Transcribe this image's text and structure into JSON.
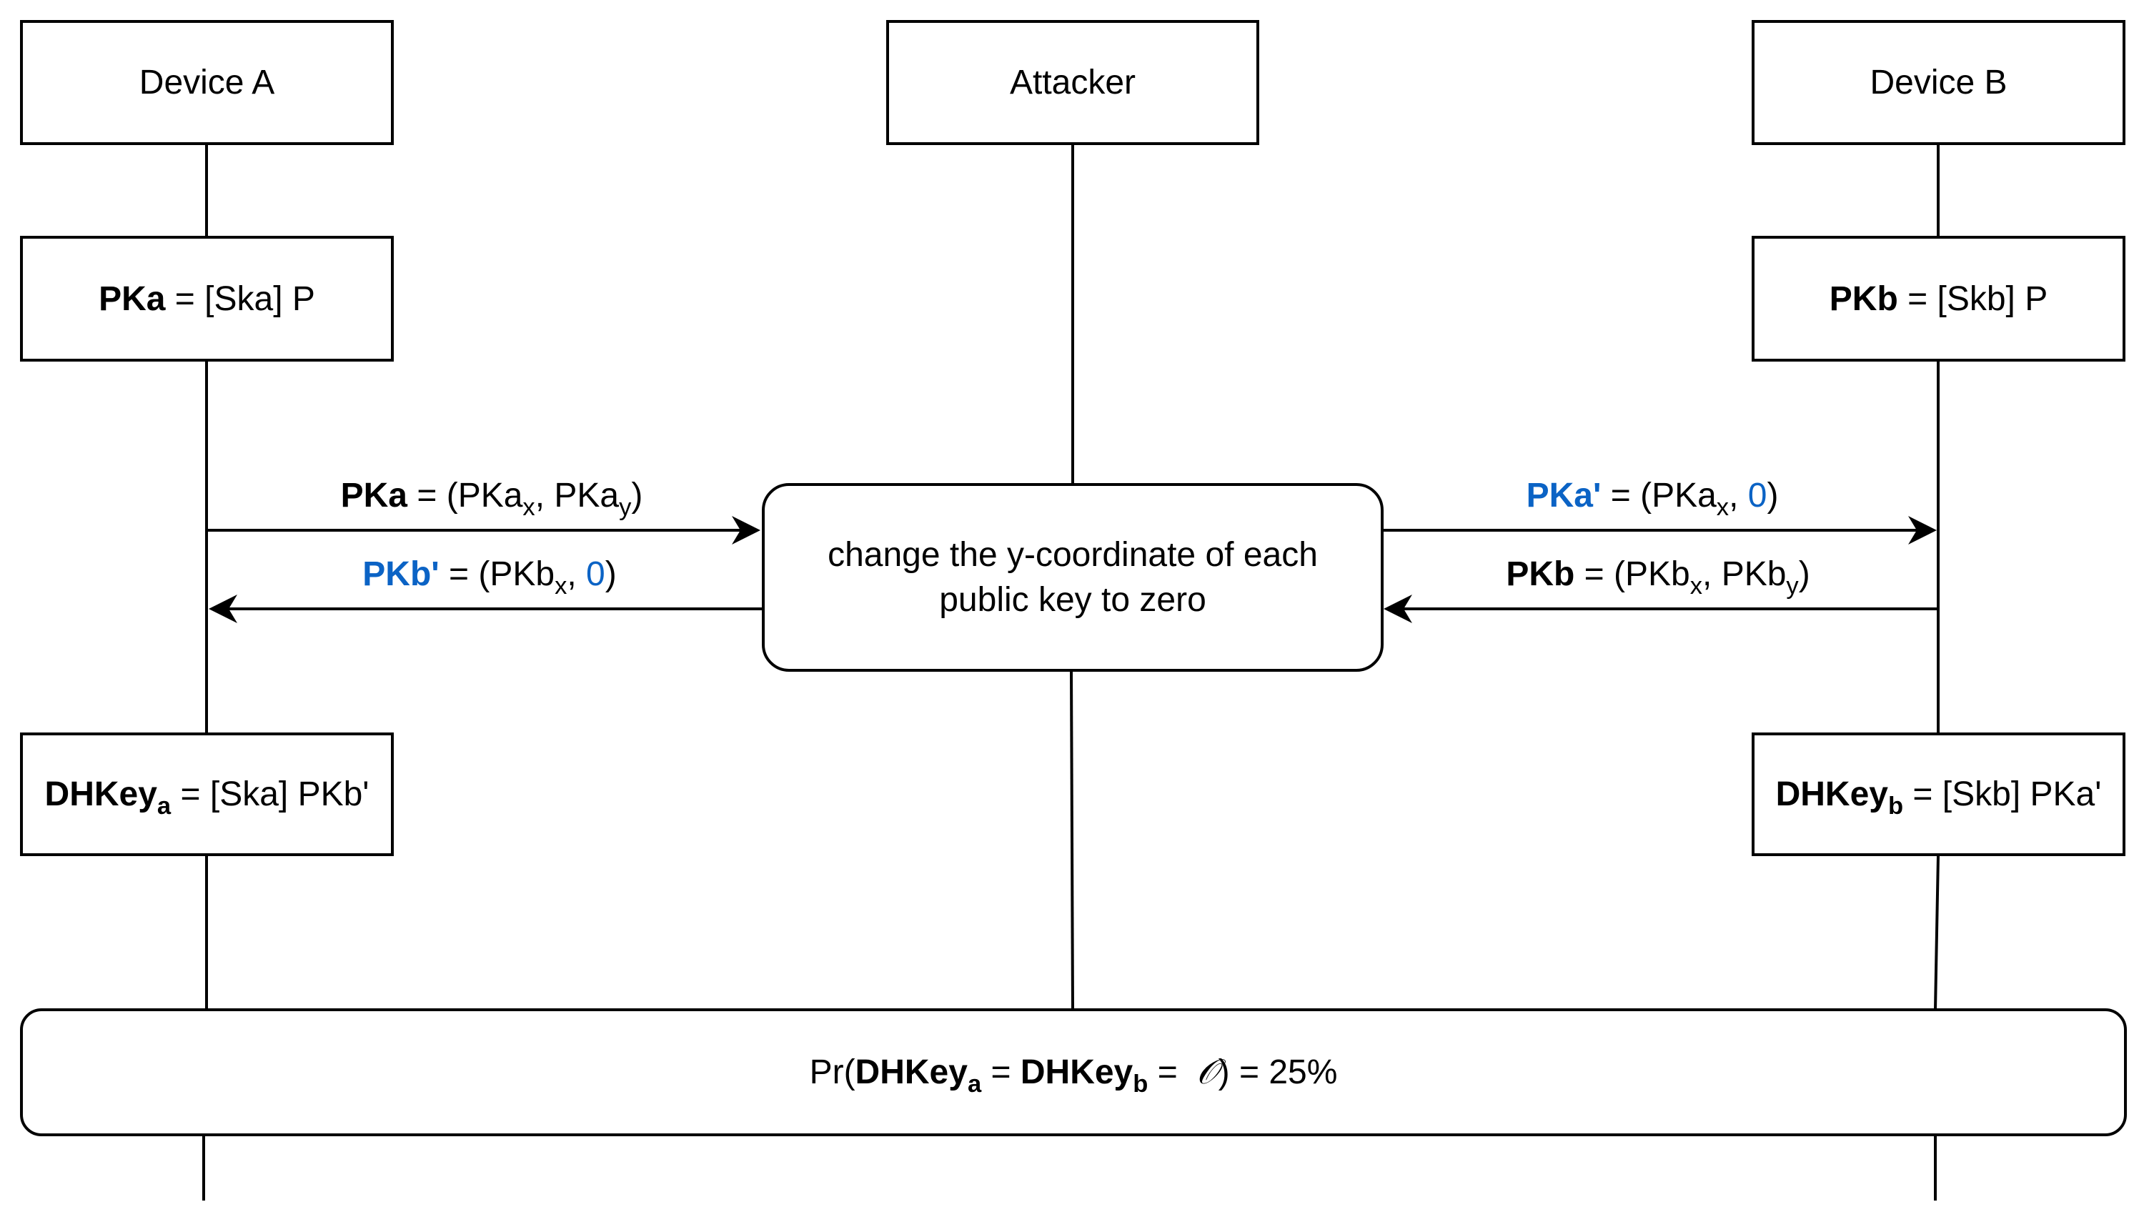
{
  "participants": {
    "device_a": "Device A",
    "attacker": "Attacker",
    "device_b": "Device B"
  },
  "key_gen": {
    "a": {
      "key": "PKa",
      "expr": "= [Ska] P"
    },
    "b": {
      "key": "PKb",
      "expr": "= [Skb] P"
    }
  },
  "attacker_action": {
    "line1": "change the y-coordinate of each",
    "line2": "public key to zero"
  },
  "messages": {
    "a_to_attacker": {
      "key": "PKa",
      "eq": "= (PKa",
      "sub1": "x",
      "mid": ", PKa",
      "sub2": "y",
      "end": ")"
    },
    "attacker_to_a": {
      "key": "PKb'",
      "eq": "= (PKb",
      "sub1": "x",
      "mid": ", ",
      "zero": "0",
      "end": ")"
    },
    "attacker_to_b": {
      "key": "PKa'",
      "eq": "= (PKa",
      "sub1": "x",
      "mid": ", ",
      "zero": "0",
      "end": ")"
    },
    "b_to_attacker": {
      "key": "PKb",
      "eq": "= (PKb",
      "sub1": "x",
      "mid": ", PKb",
      "sub2": "y",
      "end": ")"
    }
  },
  "dhkey": {
    "a": {
      "key": "DHKey",
      "sub": "a",
      "expr": "= [Ska] PKb'"
    },
    "b": {
      "key": "DHKey",
      "sub": "b",
      "expr": "= [Skb] PKa'"
    }
  },
  "result": {
    "prefix": "Pr(",
    "key_a": "DHKey",
    "sub_a": "a",
    "eq": " = ",
    "key_b": "DHKey",
    "sub_b": "b",
    "eq2": " =  ",
    "symbol": "𝒪",
    "suffix": ") = 25%"
  },
  "colors": {
    "accent": "#0b63c5",
    "line": "#000000"
  }
}
